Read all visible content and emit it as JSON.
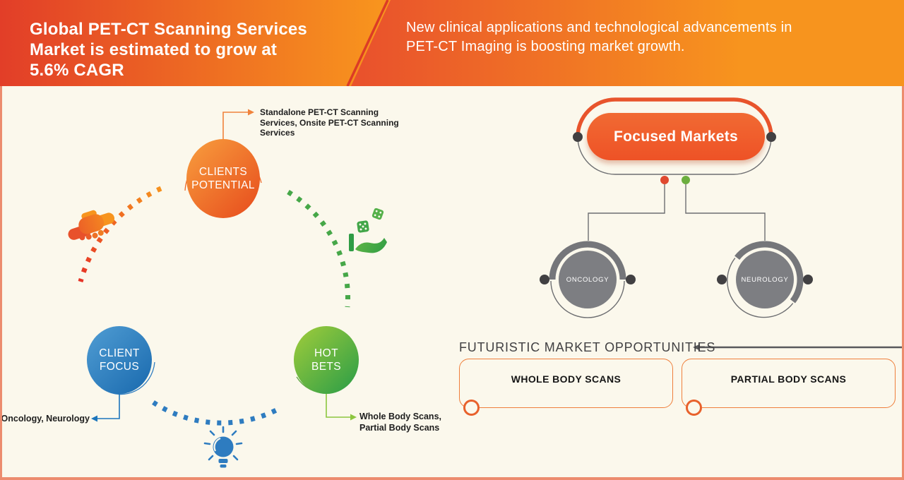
{
  "header": {
    "title_lines": [
      "Global PET-CT Scanning Services",
      "Market is estimated to grow at",
      "5.6% CAGR"
    ],
    "subtitle_lines": [
      "New clinical applications and technological advancements in",
      "PET-CT Imaging is boosting market growth."
    ]
  },
  "cycle": {
    "clients_potential": {
      "label_lines": [
        "CLIENTS",
        "POTENTIAL"
      ],
      "annotation_lines": [
        "Standalone PET-CT Scanning",
        "Services, Onsite PET-CT Scanning",
        "Services"
      ]
    },
    "client_focus": {
      "label_lines": [
        "CLIENT",
        "FOCUS"
      ],
      "annotation": "Oncology, Neurology"
    },
    "hot_bets": {
      "label_lines": [
        "HOT",
        "BETS"
      ],
      "annotation_lines": [
        "Whole Body Scans,",
        "Partial Body Scans"
      ]
    },
    "icons": [
      "handshake-icon",
      "hand-dice-icon",
      "lightbulb-icon"
    ]
  },
  "focused_markets": {
    "title": "Focused Markets",
    "nodes": [
      "ONCOLOGY",
      "NEUROLOGY"
    ]
  },
  "opportunities": {
    "heading": "FUTURISTIC MARKET OPPORTUNITIES",
    "items": [
      "WHOLE BODY SCANS",
      "PARTIAL BODY SCANS"
    ]
  },
  "colors": {
    "accent_orange": "#EF5A28",
    "accent_blue": "#1C75BC",
    "accent_green": "#8CC63F",
    "gray": "#6D6E71",
    "background": "#FBF8EC",
    "border": "#EC8C6E"
  }
}
